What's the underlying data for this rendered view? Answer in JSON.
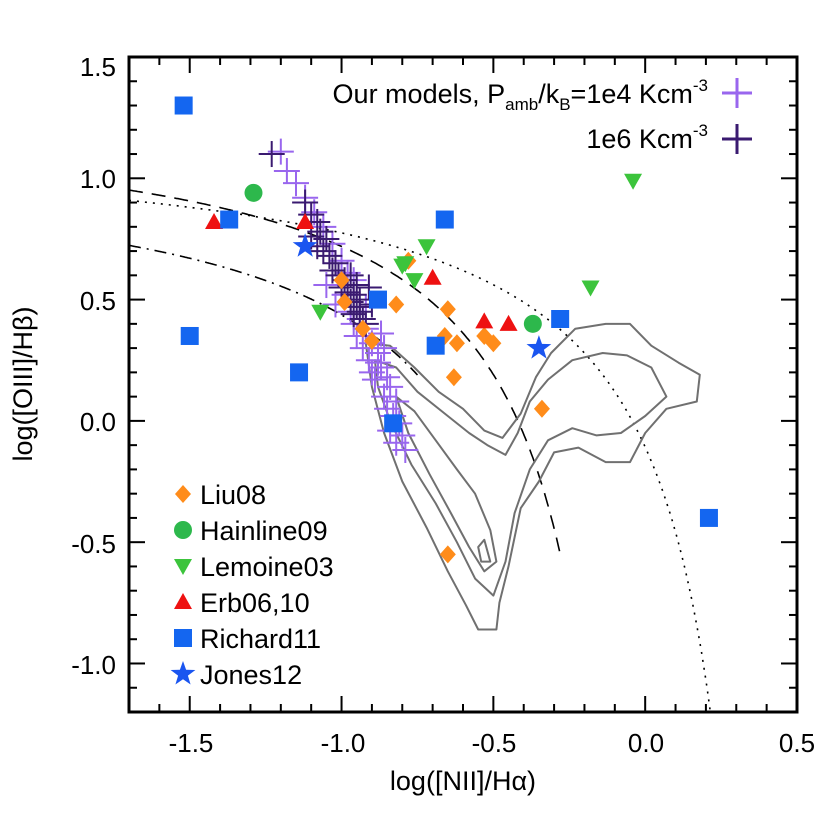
{
  "chart_data": {
    "type": "scatter",
    "xlabel": "log([NII]/Hα)",
    "ylabel": "log([OIII]/Hβ)",
    "xlim": [
      -1.7,
      0.5
    ],
    "ylim": [
      -1.2,
      1.5
    ],
    "xticks": [
      "-1.5",
      "-1.0",
      "-0.5",
      "0.0",
      "0.5"
    ],
    "yticks": [
      "1.5",
      "1.0",
      "0.5",
      "0.0",
      "-0.5",
      "-1.0"
    ],
    "model_legend": {
      "line1_prefix": "Our models, P",
      "line1_sub1": "amb",
      "line1_mid": "/k",
      "line1_sub2": "B",
      "line1_rest": "=1e4 Kcm",
      "line1_sup": "-3",
      "line2_text": "1e6 Kcm",
      "line2_sup": "-3"
    },
    "colors": {
      "Liu08": "#ff8c1a",
      "Hainline09": "#2db84c",
      "Lemoine03": "#3cc43c",
      "Erb06,10": "#ee1111",
      "Richard11": "#1466f0",
      "Jones12": "#1a55f0",
      "model_1e4": "#9966ee",
      "model_1e6": "#3a1a70",
      "contour": "#707070"
    },
    "series": [
      {
        "name": "Liu08",
        "marker": "diamond",
        "points": [
          [
            -0.78,
            0.66
          ],
          [
            -0.82,
            0.48
          ],
          [
            -0.99,
            0.49
          ],
          [
            -1.0,
            0.58
          ],
          [
            -0.93,
            0.38
          ],
          [
            -0.9,
            0.33
          ],
          [
            -0.65,
            0.46
          ],
          [
            -0.66,
            0.35
          ],
          [
            -0.62,
            0.32
          ],
          [
            -0.53,
            0.35
          ],
          [
            -0.5,
            0.32
          ],
          [
            -0.63,
            0.18
          ],
          [
            -0.34,
            0.05
          ],
          [
            -0.65,
            -0.55
          ]
        ]
      },
      {
        "name": "Hainline09",
        "marker": "circle",
        "points": [
          [
            -1.29,
            0.94
          ],
          [
            -0.37,
            0.4
          ]
        ]
      },
      {
        "name": "Lemoine03",
        "marker": "triangle-down",
        "points": [
          [
            -0.72,
            0.72
          ],
          [
            -0.79,
            0.65
          ],
          [
            -0.8,
            0.64
          ],
          [
            -0.76,
            0.58
          ],
          [
            -0.04,
            0.99
          ],
          [
            -0.18,
            0.55
          ],
          [
            -1.07,
            0.45
          ]
        ]
      },
      {
        "name": "Erb06,10",
        "marker": "triangle-up",
        "points": [
          [
            -1.42,
            0.82
          ],
          [
            -1.12,
            0.82
          ],
          [
            -0.7,
            0.59
          ],
          [
            -0.53,
            0.41
          ],
          [
            -0.45,
            0.4
          ]
        ]
      },
      {
        "name": "Richard11",
        "marker": "square",
        "points": [
          [
            -1.52,
            1.3
          ],
          [
            -1.37,
            0.83
          ],
          [
            -0.66,
            0.83
          ],
          [
            -1.5,
            0.35
          ],
          [
            -1.14,
            0.2
          ],
          [
            -0.88,
            0.5
          ],
          [
            -0.69,
            0.31
          ],
          [
            -0.28,
            0.42
          ],
          [
            -0.83,
            -0.01
          ],
          [
            0.21,
            -0.4
          ]
        ]
      },
      {
        "name": "Jones12",
        "marker": "star",
        "points": [
          [
            -1.12,
            0.72
          ],
          [
            -0.35,
            0.3
          ]
        ]
      }
    ],
    "model_1e4": [
      [
        -1.2,
        1.11
      ],
      [
        -1.18,
        1.03
      ],
      [
        -1.15,
        0.98
      ],
      [
        -1.12,
        0.92
      ],
      [
        -1.09,
        0.86
      ],
      [
        -1.06,
        0.8
      ],
      [
        -1.03,
        0.73
      ],
      [
        -1.0,
        0.66
      ],
      [
        -0.98,
        0.61
      ],
      [
        -0.96,
        0.58
      ],
      [
        -0.99,
        0.52
      ],
      [
        -1.02,
        0.48
      ],
      [
        -0.97,
        0.45
      ],
      [
        -0.94,
        0.42
      ],
      [
        -0.92,
        0.38
      ],
      [
        -0.95,
        0.35
      ],
      [
        -0.9,
        0.32
      ],
      [
        -0.88,
        0.28
      ],
      [
        -0.91,
        0.25
      ],
      [
        -0.87,
        0.22
      ],
      [
        -0.85,
        0.18
      ],
      [
        -0.89,
        0.17
      ],
      [
        -0.84,
        0.14
      ],
      [
        -0.86,
        0.1
      ],
      [
        -0.82,
        0.08
      ],
      [
        -0.85,
        0.05
      ],
      [
        -0.83,
        0.02
      ],
      [
        -0.81,
        -0.01
      ],
      [
        -0.84,
        -0.04
      ],
      [
        -0.8,
        -0.06
      ],
      [
        -0.82,
        -0.09
      ],
      [
        -0.79,
        -0.12
      ],
      [
        -0.93,
        0.3
      ],
      [
        -0.96,
        0.4
      ],
      [
        -0.88,
        0.24
      ],
      [
        -1.05,
        0.56
      ],
      [
        -0.92,
        0.47
      ],
      [
        -0.87,
        0.36
      ],
      [
        -0.9,
        0.2
      ],
      [
        -0.86,
        0.3
      ]
    ],
    "model_1e6": [
      [
        -1.23,
        1.1
      ],
      [
        -1.12,
        0.9
      ],
      [
        -1.1,
        0.85
      ],
      [
        -1.08,
        0.82
      ],
      [
        -1.07,
        0.78
      ],
      [
        -1.05,
        0.75
      ],
      [
        -1.06,
        0.7
      ],
      [
        -1.04,
        0.68
      ],
      [
        -1.02,
        0.65
      ],
      [
        -1.03,
        0.62
      ],
      [
        -1.01,
        0.6
      ],
      [
        -0.99,
        0.58
      ],
      [
        -1.0,
        0.55
      ],
      [
        -0.98,
        0.53
      ],
      [
        -0.96,
        0.52
      ],
      [
        -0.97,
        0.49
      ],
      [
        -0.95,
        0.47
      ],
      [
        -0.94,
        0.45
      ],
      [
        -0.96,
        0.44
      ],
      [
        -0.93,
        0.42
      ],
      [
        -0.92,
        0.4
      ],
      [
        -0.94,
        0.5
      ],
      [
        -0.91,
        0.55
      ],
      [
        -1.08,
        0.72
      ],
      [
        -1.1,
        0.76
      ],
      [
        -0.97,
        0.6
      ],
      [
        -0.95,
        0.56
      ],
      [
        -0.9,
        0.48
      ]
    ],
    "contours": [
      [
        [
          -0.92,
          0.32
        ],
        [
          -0.84,
          0.31
        ],
        [
          -0.76,
          0.22
        ],
        [
          -0.68,
          0.12
        ],
        [
          -0.6,
          0.05
        ],
        [
          -0.53,
          -0.04
        ],
        [
          -0.47,
          -0.07
        ],
        [
          -0.41,
          0.03
        ],
        [
          -0.36,
          0.18
        ],
        [
          -0.31,
          0.28
        ],
        [
          -0.23,
          0.38
        ],
        [
          -0.13,
          0.4
        ],
        [
          -0.05,
          0.4
        ],
        [
          0.02,
          0.31
        ],
        [
          0.11,
          0.24
        ],
        [
          0.18,
          0.19
        ],
        [
          0.17,
          0.08
        ],
        [
          0.07,
          0.05
        ],
        [
          0.0,
          -0.05
        ],
        [
          -0.05,
          -0.17
        ],
        [
          -0.13,
          -0.17
        ],
        [
          -0.22,
          -0.11
        ],
        [
          -0.3,
          -0.13
        ],
        [
          -0.35,
          -0.25
        ],
        [
          -0.41,
          -0.36
        ],
        [
          -0.45,
          -0.6
        ],
        [
          -0.48,
          -0.75
        ],
        [
          -0.49,
          -0.86
        ],
        [
          -0.55,
          -0.86
        ],
        [
          -0.59,
          -0.76
        ],
        [
          -0.65,
          -0.62
        ],
        [
          -0.72,
          -0.44
        ],
        [
          -0.8,
          -0.25
        ],
        [
          -0.86,
          -0.05
        ],
        [
          -0.9,
          0.14
        ],
        [
          -0.92,
          0.32
        ]
      ],
      [
        [
          -0.89,
          0.25
        ],
        [
          -0.82,
          0.22
        ],
        [
          -0.75,
          0.12
        ],
        [
          -0.66,
          0.03
        ],
        [
          -0.58,
          -0.05
        ],
        [
          -0.52,
          -0.1
        ],
        [
          -0.46,
          -0.14
        ],
        [
          -0.42,
          -0.05
        ],
        [
          -0.38,
          0.08
        ],
        [
          -0.32,
          0.17
        ],
        [
          -0.24,
          0.25
        ],
        [
          -0.14,
          0.28
        ],
        [
          -0.06,
          0.27
        ],
        [
          0.02,
          0.22
        ],
        [
          0.07,
          0.1
        ],
        [
          0.0,
          0.02
        ],
        [
          -0.08,
          -0.05
        ],
        [
          -0.16,
          -0.06
        ],
        [
          -0.24,
          -0.03
        ],
        [
          -0.32,
          -0.08
        ],
        [
          -0.38,
          -0.2
        ],
        [
          -0.43,
          -0.38
        ],
        [
          -0.46,
          -0.58
        ],
        [
          -0.5,
          -0.72
        ],
        [
          -0.56,
          -0.65
        ],
        [
          -0.62,
          -0.5
        ],
        [
          -0.69,
          -0.34
        ],
        [
          -0.77,
          -0.18
        ],
        [
          -0.84,
          0.0
        ],
        [
          -0.88,
          0.14
        ],
        [
          -0.89,
          0.25
        ]
      ],
      [
        [
          -0.82,
          0.1
        ],
        [
          -0.76,
          0.04
        ],
        [
          -0.69,
          -0.08
        ],
        [
          -0.62,
          -0.2
        ],
        [
          -0.56,
          -0.3
        ],
        [
          -0.51,
          -0.45
        ],
        [
          -0.49,
          -0.58
        ],
        [
          -0.53,
          -0.62
        ],
        [
          -0.58,
          -0.52
        ],
        [
          -0.64,
          -0.38
        ],
        [
          -0.71,
          -0.22
        ],
        [
          -0.78,
          -0.05
        ],
        [
          -0.82,
          0.1
        ]
      ],
      [
        [
          -0.53,
          -0.49
        ],
        [
          -0.51,
          -0.58
        ],
        [
          -0.54,
          -0.58
        ],
        [
          -0.55,
          -0.52
        ],
        [
          -0.53,
          -0.49
        ]
      ]
    ]
  }
}
